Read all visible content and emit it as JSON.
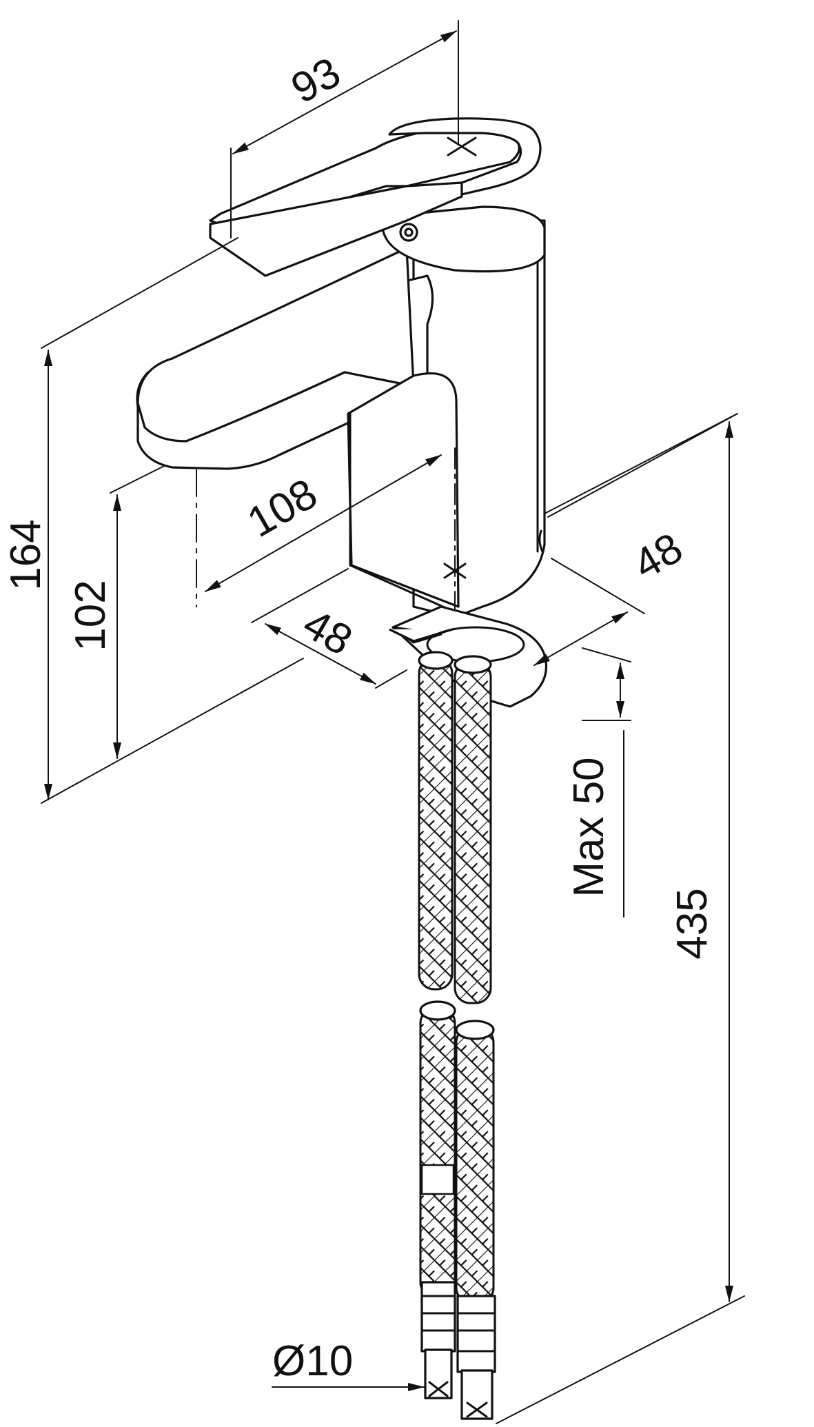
{
  "diagram": {
    "dimensions": {
      "handle_width": "93",
      "total_height": "164",
      "spout_height": "102",
      "spout_reach": "108",
      "base_depth": "48",
      "base_width": "48",
      "max_deck_thickness": "Max 50",
      "hose_length": "435",
      "hose_diameter": "Ø10"
    }
  }
}
